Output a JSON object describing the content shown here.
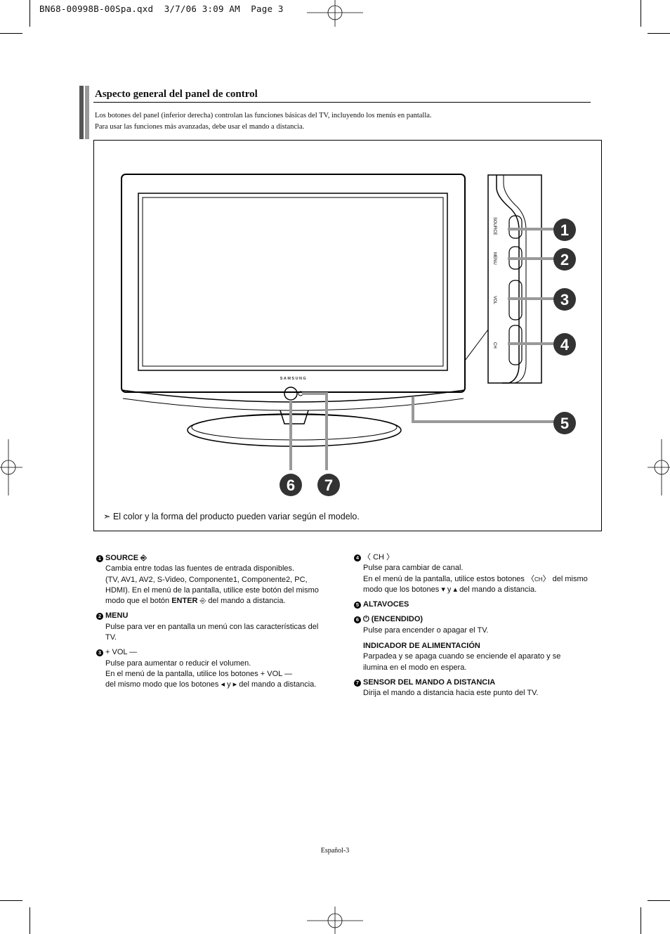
{
  "header": {
    "file_line": "BN68-00998B-00Spa.qxd  3/7/06 3:09 AM  Page 3"
  },
  "section": {
    "title": "Aspecto general del panel de control",
    "intro_1": "Los botones del panel (inferior derecha) controlan las funciones básicas del TV, incluyendo los menús en pantalla.",
    "intro_2": "Para usar las funciones más avanzadas, debe usar el mando a distancia."
  },
  "figure": {
    "brand": "SAMSUNG",
    "side_labels": {
      "source": "SOURCE",
      "menu": "MENU",
      "vol": "VOL",
      "ch": "CH"
    },
    "callouts": [
      "1",
      "2",
      "3",
      "4",
      "5",
      "6",
      "7"
    ],
    "note": "El color y la forma del producto pueden variar según el modelo."
  },
  "left_column": {
    "item1_num": "1",
    "item1_title": "SOURCE",
    "item1_l1": "Cambia entre todas las fuentes de entrada disponibles.",
    "item1_l2": "(TV, AV1, AV2, S-Video, Componente1, Componente2, PC,",
    "item1_l3": "HDMI). En el menú de la pantalla, utilice este botón del mismo",
    "item1_l4a": "modo que el botón",
    "item1_l4b": "ENTER",
    "item1_l4c": "del mando a distancia.",
    "item2_num": "2",
    "item2_title": "MENU",
    "item2_l1": "Pulse para ver en pantalla un menú con las características del",
    "item2_l2": "TV.",
    "item3_num": "3",
    "item3_title": "VOL",
    "item3_l1": "Pulse para aumentar o reducir el volumen.",
    "item3_l2a": "En el menú de la pantalla, utilice los botones",
    "item3_l2b": "VOL",
    "item3_l3a": "del mismo modo que los botones",
    "item3_l3b": "y",
    "item3_l3c": "del mando a distancia."
  },
  "right_column": {
    "item4_num": "4",
    "item4_title": "CH",
    "item4_l1": "Pulse para cambiar de canal.",
    "item4_l2a": "En el menú de la pantalla, utilice estos botones",
    "item4_l2b": "CH",
    "item4_l2c": "del mismo",
    "item4_l3a": "modo que los botones",
    "item4_l3b": "y",
    "item4_l3c": "del mando a distancia.",
    "item5_num": "5",
    "item5_title": "ALTAVOCES",
    "item6_num": "6",
    "item6_title": "(ENCENDIDO)",
    "item6_l1": "Pulse para encender o apagar el TV.",
    "item6_sub_title": "INDICADOR DE ALIMENTACIÓN",
    "item6_sub_l1": "Parpadea y se apaga cuando se enciende el aparato y se",
    "item6_sub_l2": "ilumina en el modo en espera.",
    "item7_num": "7",
    "item7_title": "SENSOR DEL MANDO A DISTANCIA",
    "item7_l1": "Dirija el mando a distancia hacia este punto del TV."
  },
  "footer": {
    "page_label": "Español-3"
  }
}
